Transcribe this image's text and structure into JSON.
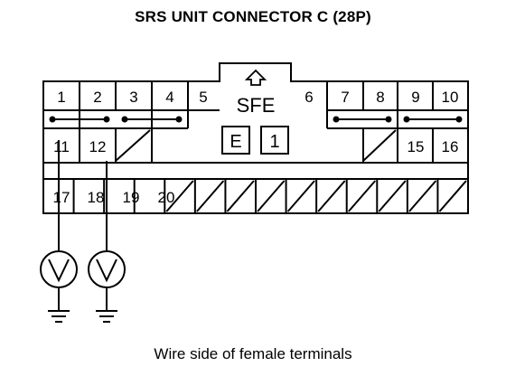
{
  "title": "SRS UNIT CONNECTOR C (28P)",
  "caption": "Wire side of female terminals",
  "connector": {
    "key_label": "SFE",
    "key_sub_labels": [
      "E",
      "1"
    ],
    "key_icon": "up-arrow-icon",
    "row1": [
      "1",
      "2",
      "3",
      "4",
      "5",
      "6",
      "7",
      "8",
      "9",
      "10"
    ],
    "row2": [
      "11",
      "12",
      "",
      "",
      "15",
      "16"
    ],
    "row3": [
      "17",
      "18",
      "19",
      "20",
      "",
      "",
      "",
      "",
      "",
      "",
      "",
      "",
      "",
      ""
    ]
  },
  "probes": [
    {
      "terminal": "11",
      "icon": "voltmeter-icon",
      "ground": "ground-icon"
    },
    {
      "terminal": "12",
      "icon": "voltmeter-icon",
      "ground": "ground-icon"
    }
  ]
}
